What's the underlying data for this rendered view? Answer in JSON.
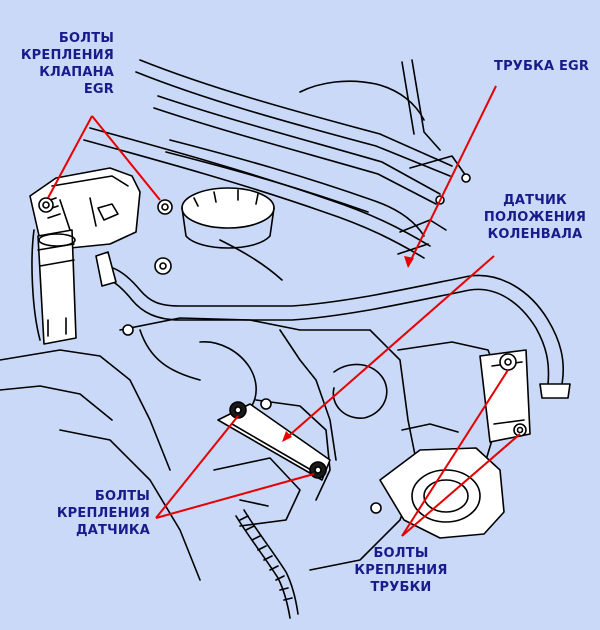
{
  "diagram": {
    "colors": {
      "background": "#c9d9f7",
      "label_text": "#1a1a8a",
      "leader_line": "#e60000",
      "drawing_stroke": "#000000",
      "part_fill": "#ffffff"
    },
    "labels": {
      "egr_valve_bolts": {
        "line1": "БОЛТЫ",
        "line2": "КРЕПЛЕНИЯ",
        "line3": "КЛАПАНА",
        "line4": "EGR"
      },
      "egr_tube": {
        "line1": "ТРУБКА EGR"
      },
      "crankshaft_sensor": {
        "line1": "ДАТЧИК",
        "line2": "ПОЛОЖЕНИЯ",
        "line3": "КОЛЕНВАЛА"
      },
      "sensor_bolts": {
        "line1": "БОЛТЫ",
        "line2": "КРЕПЛЕНИЯ",
        "line3": "ДАТЧИКА"
      },
      "tube_bolts": {
        "line1": "БОЛТЫ",
        "line2": "КРЕПЛЕНИЯ",
        "line3": "ТРУБКИ"
      }
    }
  }
}
